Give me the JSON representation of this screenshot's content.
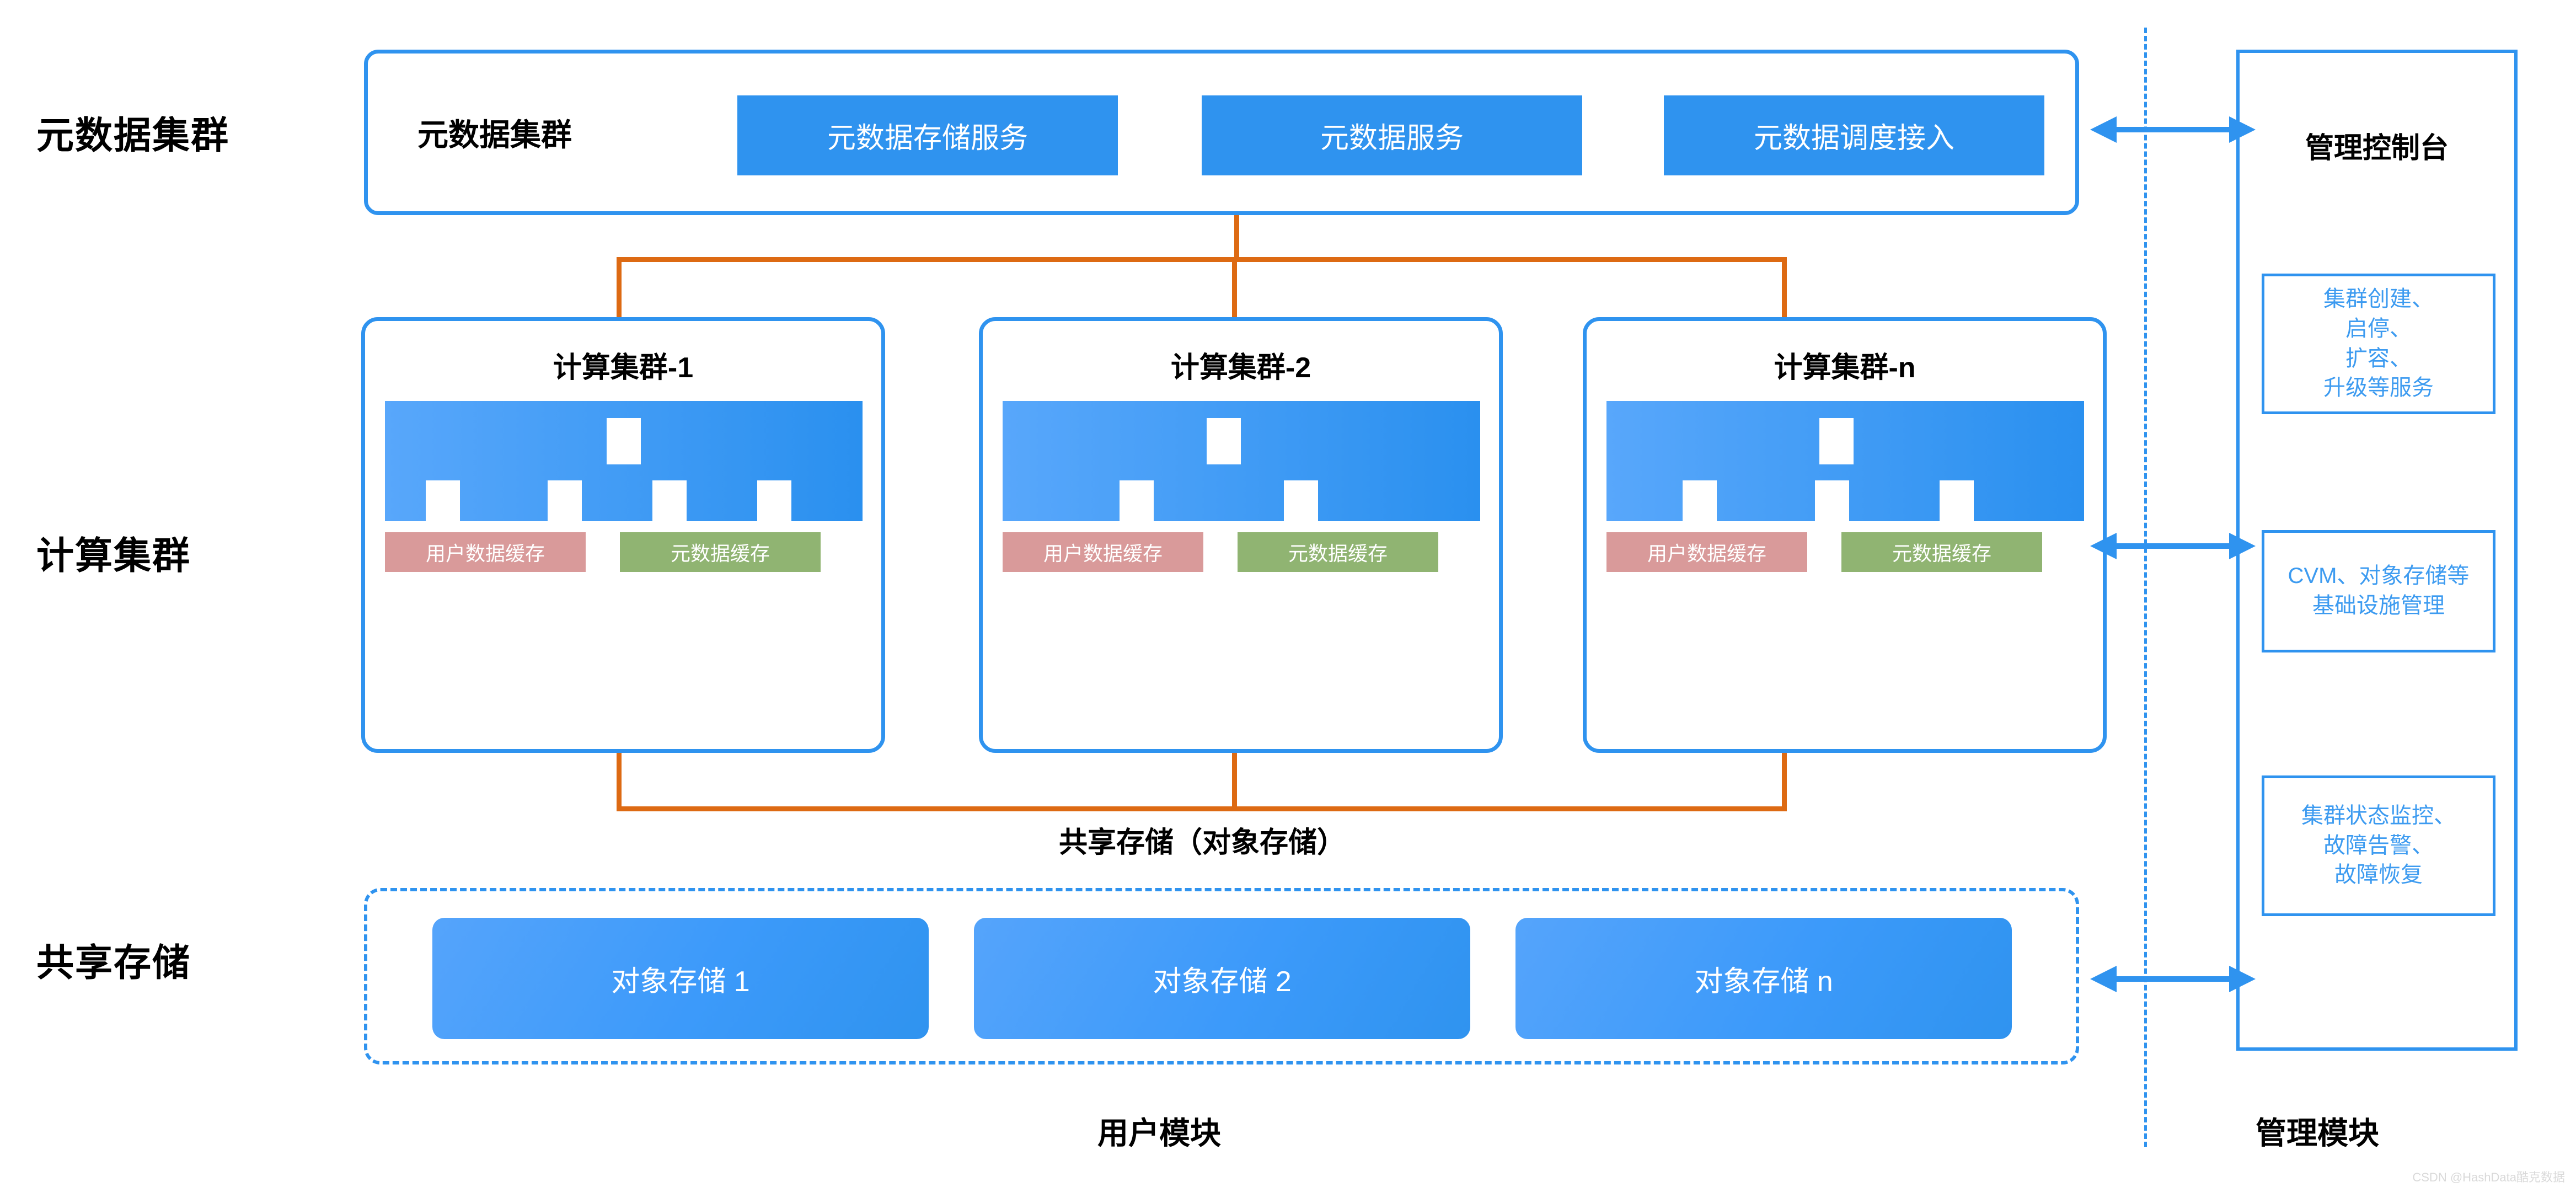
{
  "row_labels": {
    "metadata": "元数据集群",
    "compute": "计算集群",
    "shared": "共享存储"
  },
  "metadata_cluster": {
    "title": "元数据集群",
    "services": [
      "元数据存储服务",
      "元数据服务",
      "元数据调度接入"
    ]
  },
  "compute_clusters": [
    {
      "title": "计算集群-1",
      "top_nodes": 1,
      "bottom_nodes": 4,
      "cache_user": "用户数据缓存",
      "cache_meta": "元数据缓存"
    },
    {
      "title": "计算集群-2",
      "top_nodes": 1,
      "bottom_nodes": 2,
      "cache_user": "用户数据缓存",
      "cache_meta": "元数据缓存"
    },
    {
      "title": "计算集群-n",
      "top_nodes": 1,
      "bottom_nodes": 3,
      "cache_user": "用户数据缓存",
      "cache_meta": "元数据缓存"
    }
  ],
  "shared_storage": {
    "caption": "共享存储（对象存储）",
    "stores": [
      "对象存储 1",
      "对象存储 2",
      "对象存储 n"
    ]
  },
  "management": {
    "title": "管理控制台",
    "items": [
      "集群创建、\n启停、\n扩容、\n升级等服务",
      "CVM、对象存储等\n基础设施管理",
      "集群状态监控、\n故障告警、\n故障恢复"
    ]
  },
  "footer": {
    "user_module": "用户模块",
    "management_module": "管理模块"
  },
  "watermark": "CSDN @HashData酷克数据",
  "colors": {
    "primary_blue": "#2f93ef",
    "connector_orange": "#dd6a13",
    "cache_user_pink": "#d99a9a",
    "cache_meta_green": "#90b472",
    "link_text_blue": "#3d9bf0"
  }
}
